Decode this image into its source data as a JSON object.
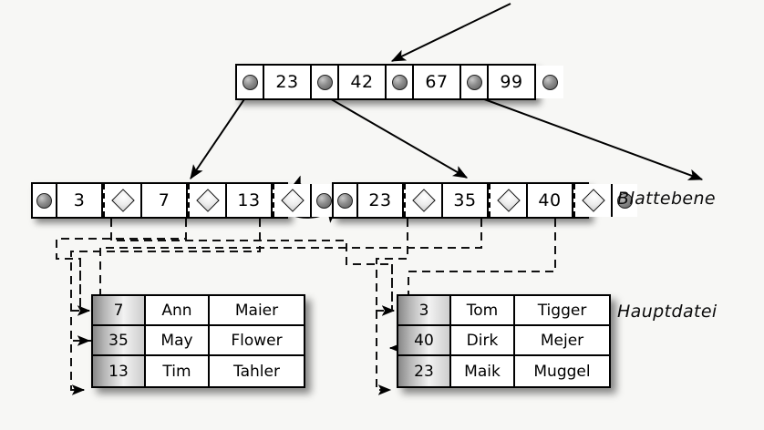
{
  "diagram": {
    "type": "bplus-tree-with-main-file",
    "background_color": "#f7f7f5",
    "labels": {
      "leaf_level": "Blattebene",
      "main_file": "Hauptdatei"
    }
  },
  "root_node": {
    "name": "root-index-node",
    "keys": [
      "23",
      "42",
      "67",
      "99"
    ],
    "pointer_count": 5,
    "pointer_icon": "pointer-dot-icon"
  },
  "leaf_left": {
    "name": "leaf-node-left",
    "keys": [
      "3",
      "7",
      "13"
    ],
    "record_pointer_icon": "diamond-pointer-icon",
    "prev_pointer_icon": "pointer-dot-icon",
    "next_pointer_icon": "pointer-dot-icon"
  },
  "leaf_right": {
    "name": "leaf-node-right",
    "keys": [
      "23",
      "35",
      "40"
    ],
    "record_pointer_icon": "diamond-pointer-icon",
    "prev_pointer_icon": "pointer-dot-icon",
    "next_pointer_icon": "pointer-dot-icon"
  },
  "table_left": {
    "name": "main-file-table-left",
    "rows": [
      {
        "id": "7",
        "first": "Ann",
        "last": "Maier"
      },
      {
        "id": "35",
        "first": "May",
        "last": "Flower"
      },
      {
        "id": "13",
        "first": "Tim",
        "last": "Tahler"
      }
    ]
  },
  "table_right": {
    "name": "main-file-table-right",
    "rows": [
      {
        "id": "3",
        "first": "Tom",
        "last": "Tigger"
      },
      {
        "id": "40",
        "first": "Dirk",
        "last": "Mejer"
      },
      {
        "id": "23",
        "first": "Maik",
        "last": "Muggel"
      }
    ]
  },
  "colors": {
    "line": "#000000",
    "node_fill": "#ffffff",
    "dashed_line": "#1a1a1a",
    "id_column_gradient_start": "#878787",
    "id_column_gradient_end": "#cdcdcd"
  }
}
